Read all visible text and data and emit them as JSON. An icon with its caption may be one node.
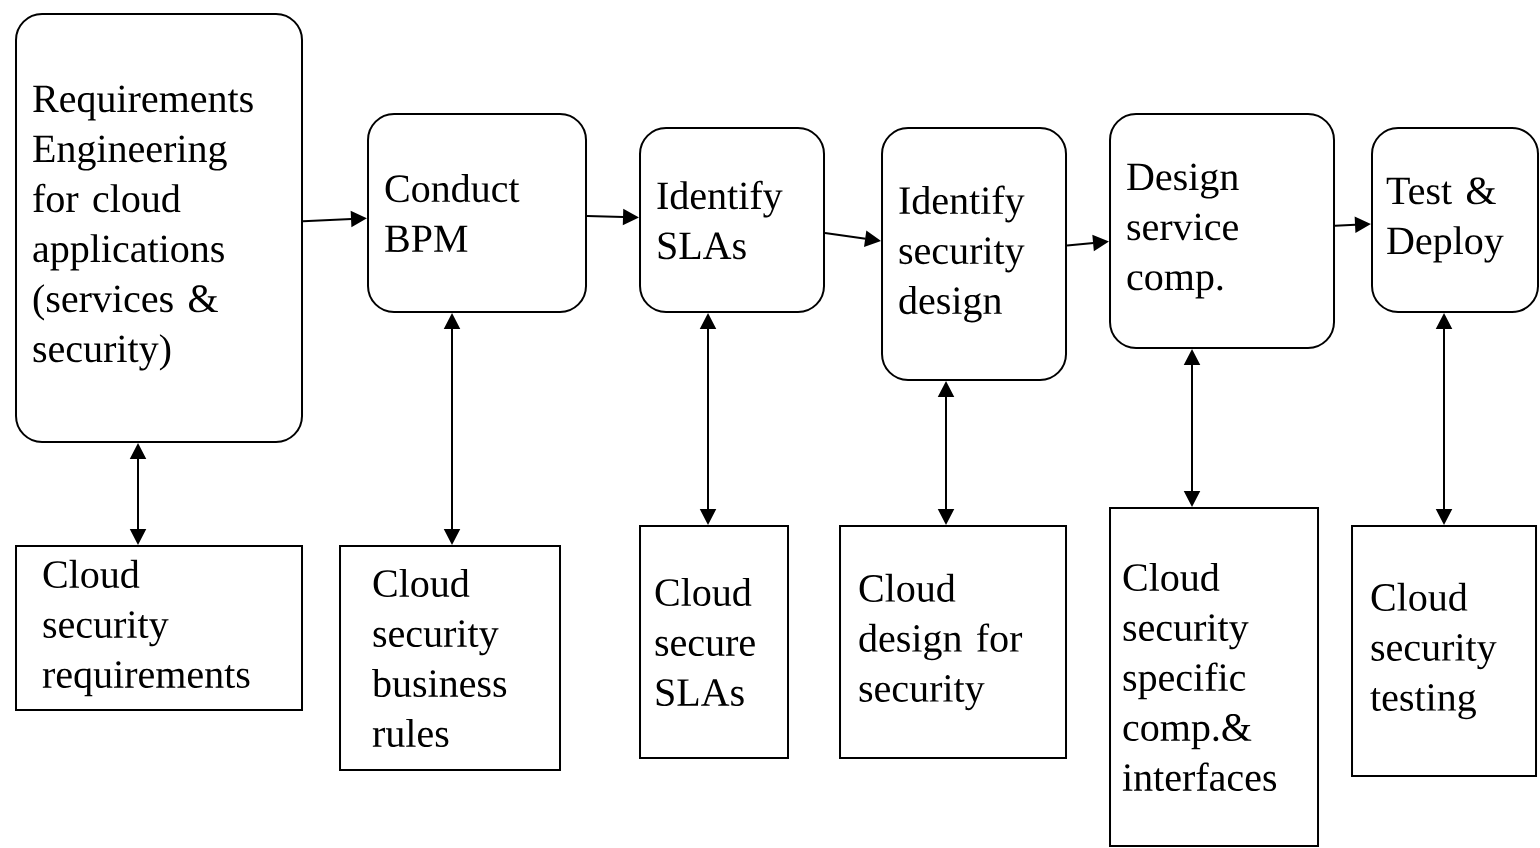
{
  "diagram": {
    "nodes": [
      {
        "text": [
          "Requirements Engineering for cloud applications (services & security)"
        ]
      },
      {
        "text": [
          "Conduct BPM"
        ]
      },
      {
        "text": [
          "Identify SLAs"
        ]
      },
      {
        "text": [
          "Identify security design"
        ]
      },
      {
        "text": [
          "Design service comp."
        ]
      },
      {
        "text": [
          "Test & Deploy"
        ]
      },
      {
        "text": [
          "Cloud security requirements"
        ]
      },
      {
        "text": [
          "Cloud security business rules"
        ]
      },
      {
        "text": [
          "Cloud secure SLAs"
        ]
      },
      {
        "text": [
          "Cloud design for security"
        ]
      },
      {
        "text": [
          "Cloud security specific comp.& interfaces"
        ]
      },
      {
        "text": [
          "Cloud security testing"
        ]
      }
    ],
    "edges": [
      {
        "from": 0,
        "to": 1,
        "arrow": "to"
      },
      {
        "from": 1,
        "to": 2,
        "arrow": "to"
      },
      {
        "from": 2,
        "to": 3,
        "arrow": "to"
      },
      {
        "from": 3,
        "to": 4,
        "arrow": "to"
      },
      {
        "from": 4,
        "to": 5,
        "arrow": "to"
      },
      {
        "from": 0,
        "to": 6,
        "arrow": "both"
      },
      {
        "from": 1,
        "to": 7,
        "arrow": "both"
      },
      {
        "from": 2,
        "to": 8,
        "arrow": "both"
      },
      {
        "from": 3,
        "to": 9,
        "arrow": "both"
      },
      {
        "from": 4,
        "to": 10,
        "arrow": "both"
      },
      {
        "from": 5,
        "to": 11,
        "arrow": "both"
      }
    ]
  }
}
